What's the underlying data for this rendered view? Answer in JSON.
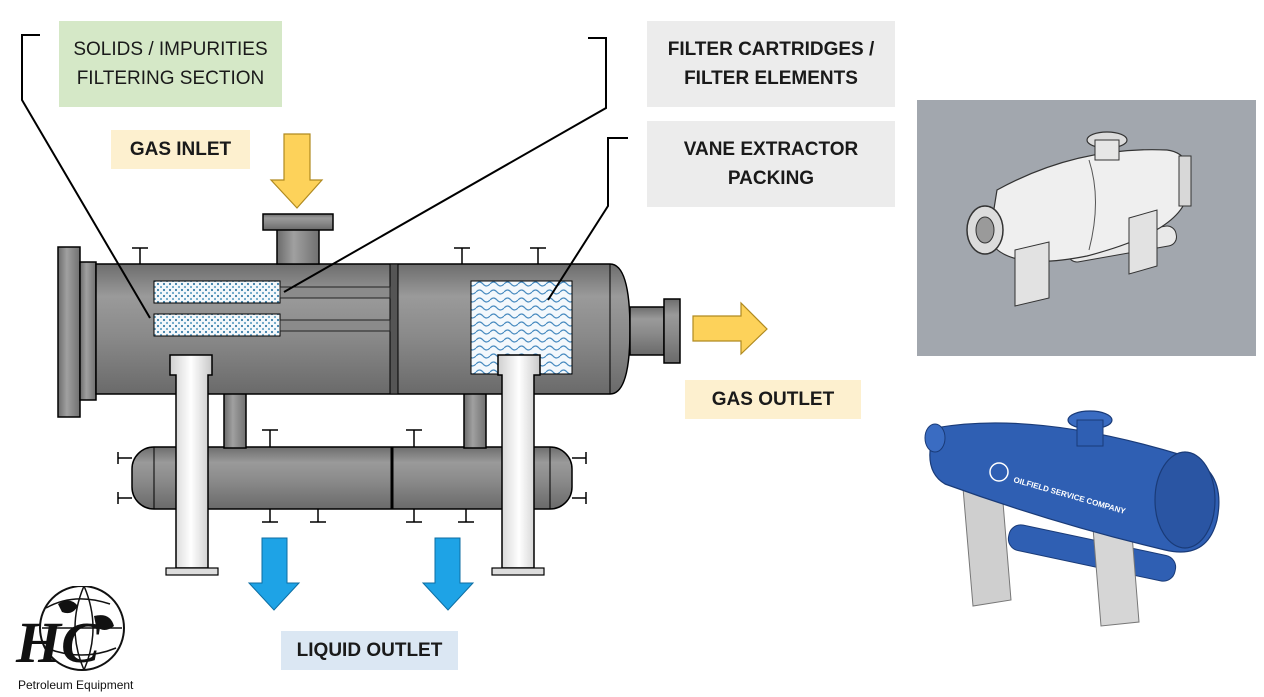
{
  "labels": {
    "solids_section": [
      "SOLIDS / IMPURITIES",
      "FILTERING SECTION"
    ],
    "filter_cartridges": [
      "FILTER CARTRIDGES /",
      "FILTER ELEMENTS"
    ],
    "vane_extractor": [
      "VANE EXTRACTOR",
      "PACKING"
    ],
    "gas_inlet": "GAS INLET",
    "gas_outlet": "GAS OUTLET",
    "liquid_outlet": "LIQUID OUTLET"
  },
  "photo_label": "OILFIELD SERVICE COMPANY",
  "logo": {
    "mark": "HC",
    "tagline": "Petroleum Equipment"
  },
  "colors": {
    "solids_box": "#d5e8c7",
    "grey_box": "#ececec",
    "gas_box": "#fdf0cf",
    "liquid_box": "#dbe7f3",
    "gas_arrow": "#fdd25a",
    "liquid_arrow": "#1ea3e6",
    "vessel": "#8c8c8c",
    "photo_bg": "#a2a7ae",
    "blue_vessel": "#2f5fb3"
  }
}
